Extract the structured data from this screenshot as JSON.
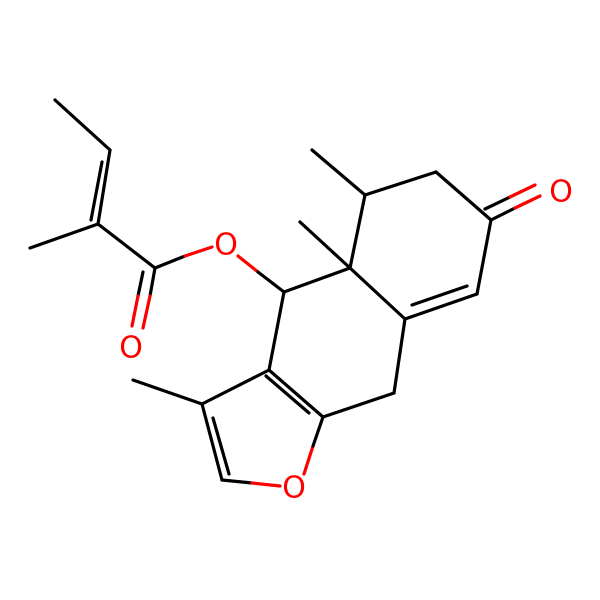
{
  "molecule": {
    "atoms": {
      "o_ketone": {
        "label": "O",
        "color": "#ff0000"
      },
      "o_ester": {
        "label": "O",
        "color": "#ff0000"
      },
      "o_carbonyl": {
        "label": "O",
        "color": "#ff0000"
      },
      "o_furan": {
        "label": "O",
        "color": "#ff0000"
      }
    },
    "bond_color": "#000000"
  }
}
